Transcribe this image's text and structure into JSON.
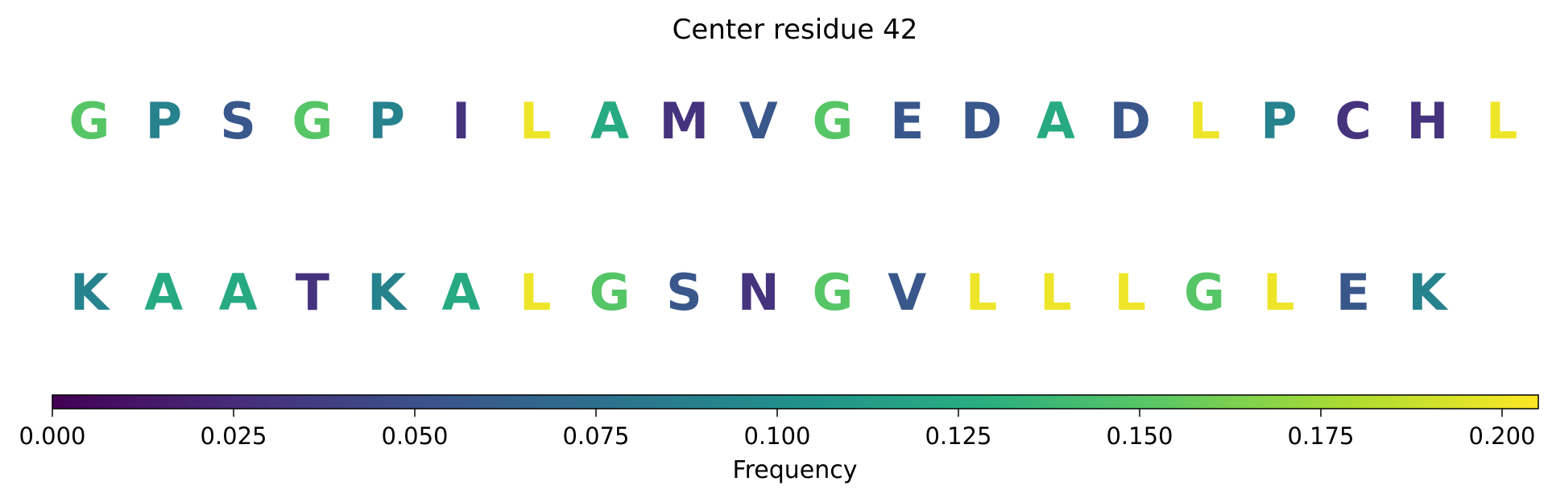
{
  "chart_data": {
    "type": "heatmap",
    "title": "Center residue 42",
    "colormap": "viridis",
    "rows": [
      {
        "residues": [
          "G",
          "P",
          "S",
          "G",
          "P",
          "I",
          "L",
          "A",
          "M",
          "V",
          "G",
          "E",
          "D",
          "A",
          "D",
          "L",
          "P",
          "C",
          "H",
          "L"
        ],
        "frequencies": [
          0.15,
          0.09,
          0.055,
          0.15,
          0.09,
          0.03,
          0.2,
          0.125,
          0.03,
          0.055,
          0.15,
          0.055,
          0.055,
          0.125,
          0.055,
          0.2,
          0.09,
          0.03,
          0.03,
          0.2
        ]
      },
      {
        "residues": [
          "K",
          "A",
          "A",
          "T",
          "K",
          "A",
          "L",
          "G",
          "S",
          "N",
          "G",
          "V",
          "L",
          "L",
          "L",
          "G",
          "L",
          "E",
          "K"
        ],
        "frequencies": [
          0.09,
          0.125,
          0.125,
          0.03,
          0.09,
          0.125,
          0.2,
          0.15,
          0.055,
          0.03,
          0.15,
          0.055,
          0.2,
          0.2,
          0.2,
          0.15,
          0.2,
          0.055,
          0.09
        ]
      }
    ],
    "colorbar": {
      "label": "Frequency",
      "range": [
        0,
        0.205
      ],
      "ticks": [
        0.0,
        0.025,
        0.05,
        0.075,
        0.1,
        0.125,
        0.15,
        0.175,
        0.2
      ],
      "tick_labels": [
        "0.000",
        "0.025",
        "0.050",
        "0.075",
        "0.100",
        "0.125",
        "0.150",
        "0.175",
        "0.200"
      ],
      "orientation": "horizontal",
      "placement": "bottom"
    }
  }
}
